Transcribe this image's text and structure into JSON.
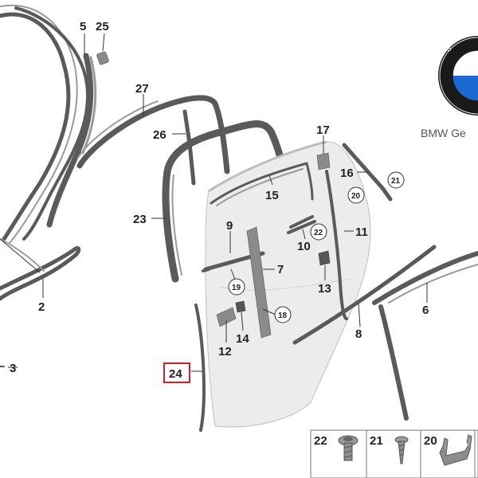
{
  "brand": {
    "caption": "BMW Ge",
    "logo_colors": {
      "blue": "#1c69d4",
      "white": "#ffffff",
      "black": "#1a1a1a"
    }
  },
  "callouts": {
    "n2": "2",
    "n3": "3",
    "n5": "5",
    "n6": "6",
    "n7": "7",
    "n8": "8",
    "n9": "9",
    "n10": "10",
    "n11": "11",
    "n12": "12",
    "n13": "13",
    "n14": "14",
    "n15": "15",
    "n16": "16",
    "n17": "17",
    "n23": "23",
    "n24": "24",
    "n25": "25",
    "n26": "26",
    "n27": "27"
  },
  "circled": {
    "c18": "18",
    "c19": "19",
    "c20": "20",
    "c21": "21",
    "c22": "22"
  },
  "highlighted_part": "24",
  "hardware_legend": [
    {
      "number": "22",
      "icon": "collar-screw-icon"
    },
    {
      "number": "21",
      "icon": "screw-icon"
    },
    {
      "number": "20",
      "icon": "bracket-clip-icon"
    }
  ],
  "colors": {
    "highlight": "#d0202a",
    "seal": "#5a5a5a",
    "door": "#ececec"
  }
}
